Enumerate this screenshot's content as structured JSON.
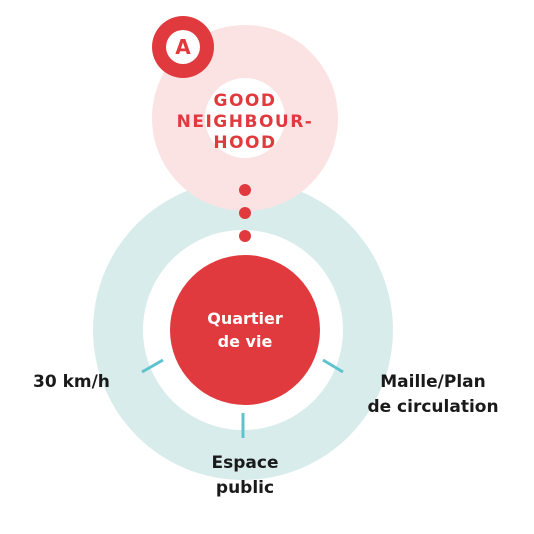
{
  "badge": {
    "letter": "A"
  },
  "top_circle": {
    "lines": [
      "GOOD",
      "NEIGHBOUR-",
      "HOOD"
    ]
  },
  "center_circle": {
    "lines": [
      "Quartier",
      "de vie"
    ]
  },
  "labels": {
    "speed": [
      "30 km/h"
    ],
    "mesh": [
      "Maille/Plan",
      "de circulation"
    ],
    "public_space": [
      "Espace",
      "public"
    ]
  },
  "colors": {
    "red": "#e03a3e",
    "pink": "#fbe3e4",
    "teal_light": "#d9ecec",
    "teal_line": "#5fc3cf",
    "text_dark": "#1a1a1a",
    "white": "#ffffff"
  }
}
